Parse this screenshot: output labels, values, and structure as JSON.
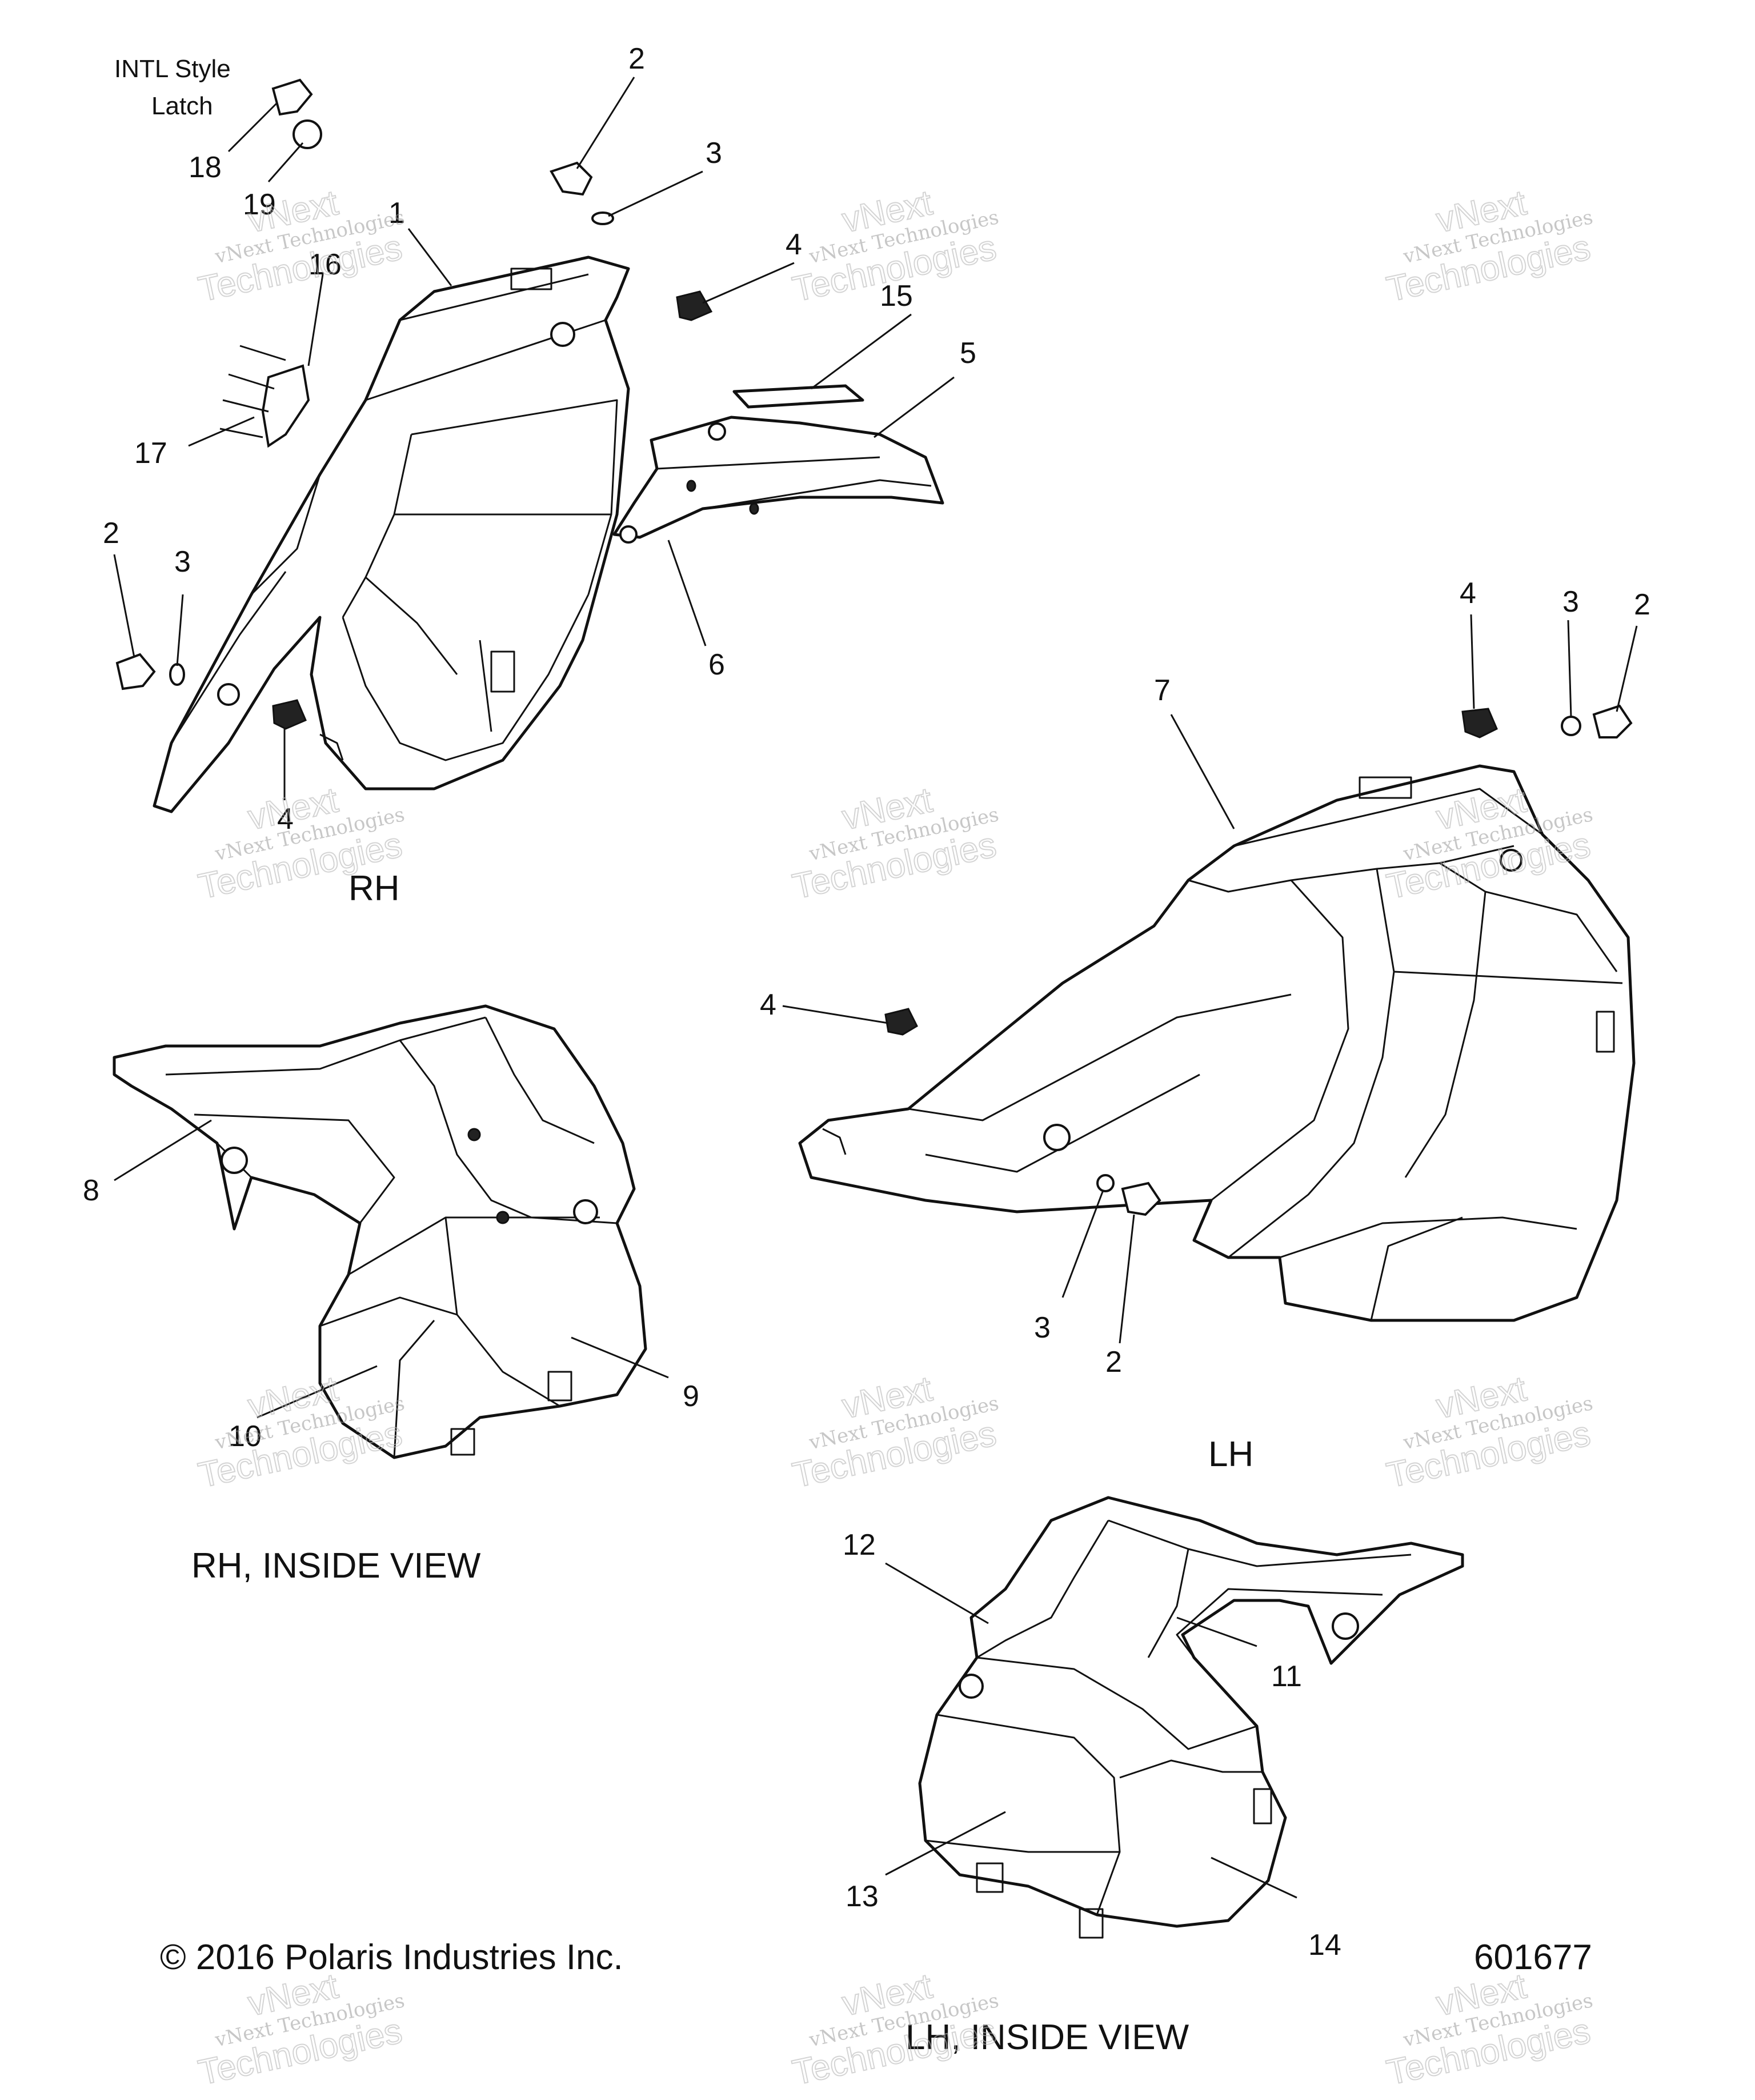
{
  "labels": {
    "intl_style": "INTL Style",
    "latch": "Latch",
    "rh": "RH",
    "lh": "LH",
    "rh_inside_view": "RH, INSIDE VIEW",
    "lh_inside_view": "LH, INSIDE VIEW",
    "copyright": "© 2016 Polaris Industries Inc.",
    "diagram_number": "601677"
  },
  "watermark": {
    "line1": "vNext",
    "line2": "vNext Technologies",
    "line3": "Technologies"
  },
  "callouts": [
    "1",
    "2",
    "3",
    "4",
    "5",
    "6",
    "7",
    "8",
    "9",
    "10",
    "11",
    "12",
    "13",
    "14",
    "15",
    "16",
    "17",
    "18",
    "19"
  ]
}
